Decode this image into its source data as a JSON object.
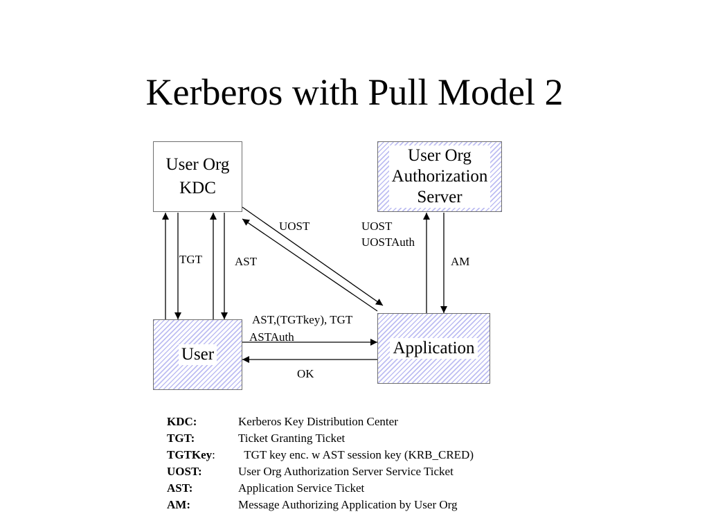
{
  "title": "Kerberos with Pull Model 2",
  "nodes": {
    "kdc": "User Org\nKDC",
    "auth_server": "User Org\nAuthorization\nServer",
    "user": "User",
    "application": "Application"
  },
  "edge_labels": {
    "tgt": "TGT",
    "ast_kdc": "AST",
    "uost_left": "UOST",
    "uost_right": "UOST",
    "uostauth": "UOSTAuth",
    "am": "AM",
    "ast_tgtkey_tgt": "AST,(TGTkey), TGT",
    "astauth": "ASTAuth",
    "ok": "OK"
  },
  "legend": [
    {
      "term": "KDC:",
      "colon": "",
      "desc": "Kerberos Key Distribution Center"
    },
    {
      "term": "TGT:",
      "colon": "",
      "desc": "Ticket Granting Ticket"
    },
    {
      "term": "TGTKey",
      "colon": ":",
      "desc": "  TGT key enc. w AST session key (KRB_CRED)"
    },
    {
      "term": "UOST:",
      "colon": "",
      "desc": "User Org Authorization Server Service Ticket"
    },
    {
      "term": "AST:",
      "colon": "",
      "desc": "Application Service Ticket"
    },
    {
      "term": "AM:",
      "colon": "",
      "desc": "Message Authorizing Application by User Org"
    }
  ]
}
